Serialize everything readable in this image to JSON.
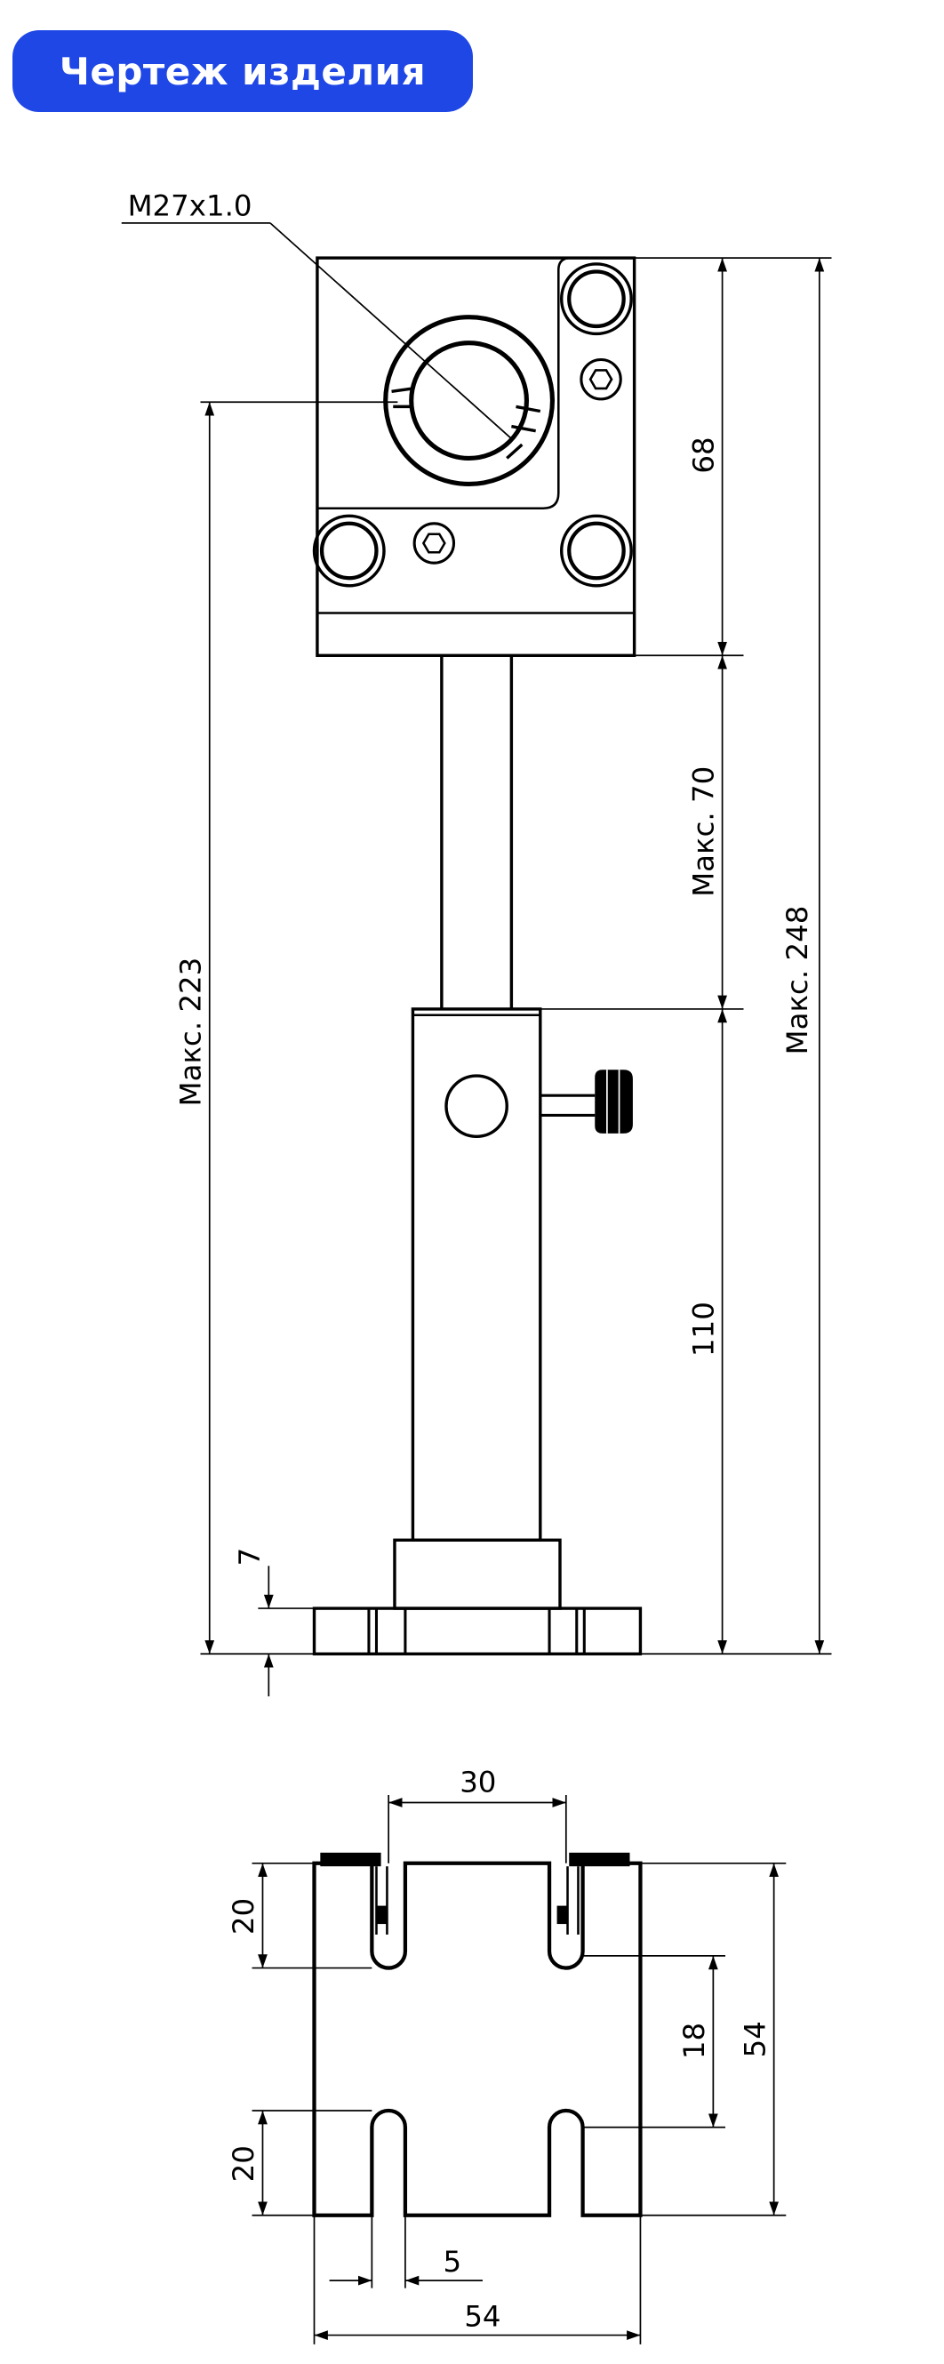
{
  "header": {
    "title": "Чертеж изделия"
  },
  "colors": {
    "badge": "#1f47e6",
    "badge_text": "#ffffff",
    "line": "#000000"
  },
  "labels": {
    "thread": "М27x1.0",
    "d68": "68",
    "d70": "Макс. 70",
    "d248": "Макс. 248",
    "d223": "Макс. 223",
    "d110": "110",
    "d7": "7",
    "d30": "30",
    "d20_top": "20",
    "d18": "18",
    "d54_right": "54",
    "d20_bottom": "20",
    "d5": "5",
    "d54_bottom": "54"
  }
}
